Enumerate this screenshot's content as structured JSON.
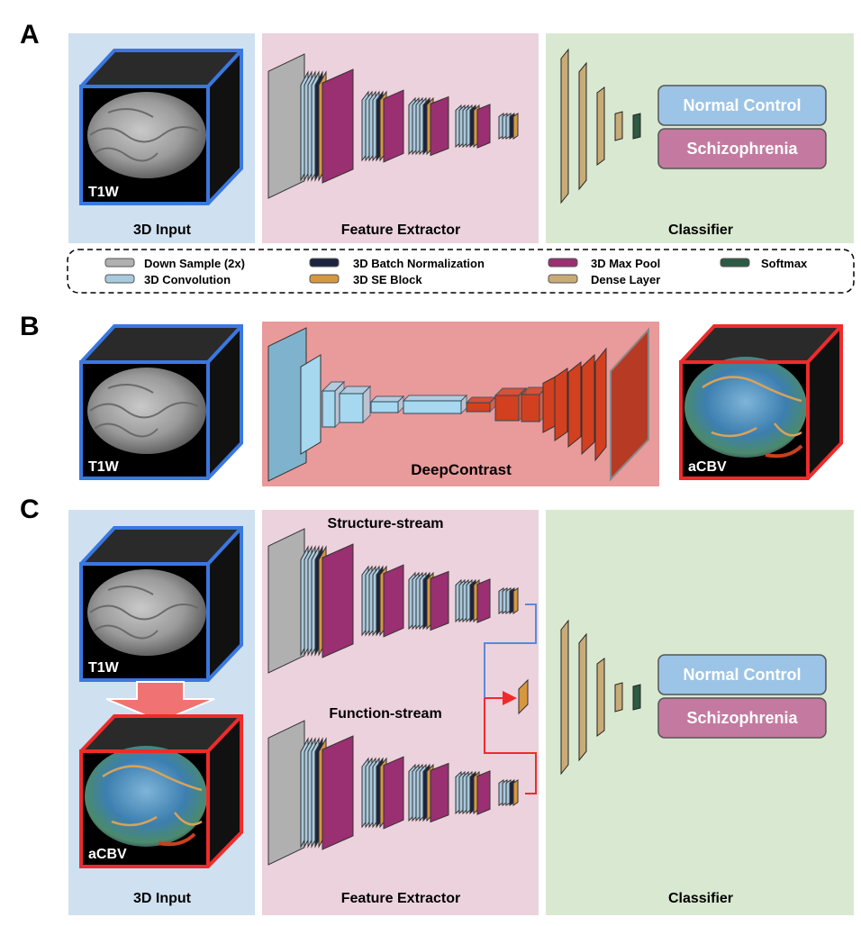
{
  "panels": {
    "a": {
      "letter": "A",
      "input_title": "3D Input",
      "feature_title": "Feature Extractor",
      "classifier_title": "Classifier",
      "cube_label": "T1W"
    },
    "b": {
      "letter": "B",
      "cube_in_label": "T1W",
      "network_label": "DeepContrast",
      "cube_out_label": "aCBV"
    },
    "c": {
      "letter": "C",
      "cube_t1_label": "T1W",
      "cube_cbv_label": "aCBV",
      "structure_stream": "Structure-stream",
      "function_stream": "Function-stream",
      "input_title": "3D Input",
      "feature_title": "Feature Extractor",
      "classifier_title": "Classifier"
    }
  },
  "outputs": {
    "normal": "Normal Control",
    "schizophrenia": "Schizophrenia"
  },
  "legend": [
    {
      "label": "Down Sample (2x)",
      "color": "#b0b0b0",
      "icon": "down-sample-swatch"
    },
    {
      "label": "3D Convolution",
      "color": "#a9c9dd",
      "icon": "convolution-swatch"
    },
    {
      "label": "3D Batch Normalization",
      "color": "#1b2340",
      "icon": "batch-norm-swatch"
    },
    {
      "label": "3D SE Block",
      "color": "#d6973f",
      "icon": "se-block-swatch"
    },
    {
      "label": "3D Max Pool",
      "color": "#9a2f72",
      "icon": "max-pool-swatch"
    },
    {
      "label": "Dense Layer",
      "color": "#c8ab77",
      "icon": "dense-layer-swatch"
    },
    {
      "label": "Softmax",
      "color": "#2d5a44",
      "icon": "softmax-swatch"
    }
  ],
  "colors": {
    "input_bg": "#cfe0f1",
    "feature_bg": "#ecd2dd",
    "classifier_bg": "#d9e8d0",
    "deepcontrast_bg": "#e99a9a",
    "t1_frame": "#3a78e0",
    "cbv_frame": "#ef2b2b",
    "normal_box": "#9cc4e6",
    "schizo_box": "#c47aa0"
  }
}
